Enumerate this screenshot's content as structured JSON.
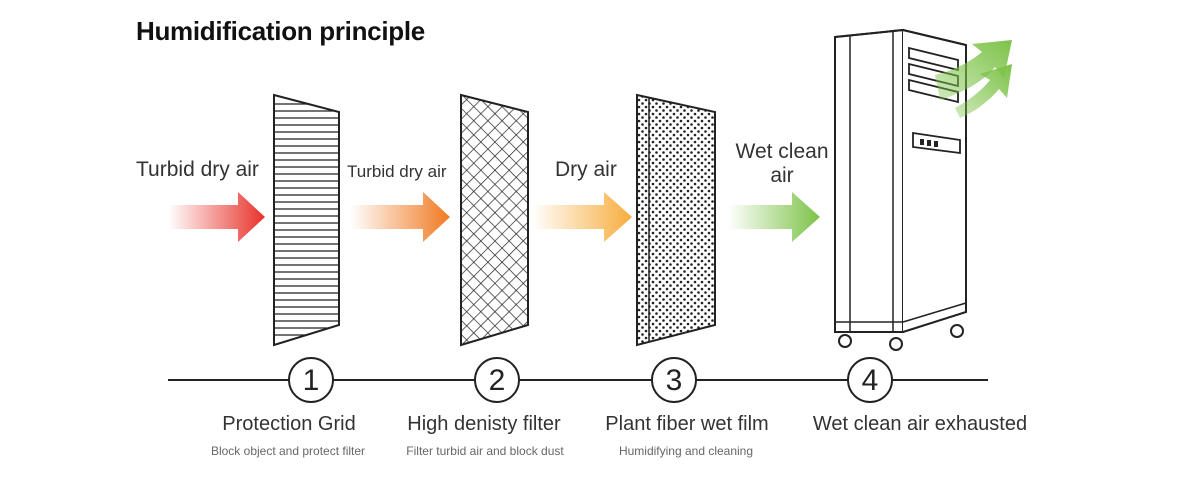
{
  "title": "Humidification principle",
  "air_labels": {
    "a1": "Turbid dry air",
    "a2": "Turbid dry air",
    "a3": "Dry air",
    "a4_line1": "Wet clean",
    "a4_line2": "air"
  },
  "stages": [
    {
      "number": "1",
      "label": "Protection Grid",
      "sub": "Block object and protect filter"
    },
    {
      "number": "2",
      "label": "High denisty filter",
      "sub": "Filter turbid air and block dust"
    },
    {
      "number": "3",
      "label": "Plant fiber wet film",
      "sub": "Humidifying and cleaning"
    },
    {
      "number": "4",
      "label": "Wet clean air exhausted",
      "sub": ""
    }
  ],
  "colors": {
    "arrow1": "#e8322a",
    "arrow2": "#f07a22",
    "arrow3": "#f7ad3c",
    "arrow4": "#7cc247",
    "exhaust": "#7cc247",
    "outline": "#222222"
  },
  "icons": [
    "grid-filter-icon",
    "mesh-filter-icon",
    "wet-film-icon",
    "air-purifier-icon"
  ]
}
